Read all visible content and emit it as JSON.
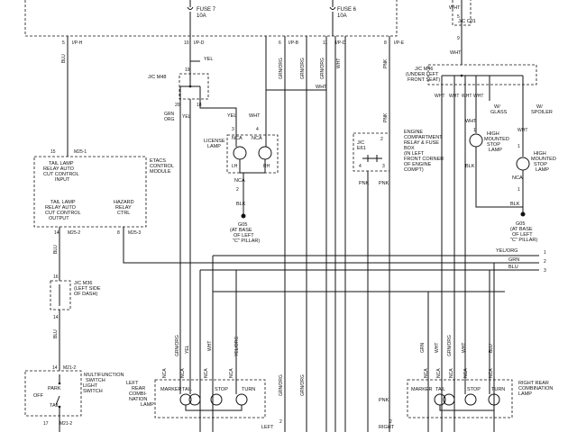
{
  "top": {
    "fuse7": {
      "name": "FUSE 7",
      "rating": "10A"
    },
    "fuse6": {
      "name": "FUSE 6",
      "rating": "10A"
    },
    "pins": [
      {
        "pin": "5",
        "conn": "I/P-H"
      },
      {
        "pin": "10",
        "conn": "I/P-D"
      },
      {
        "pin": "6",
        "conn": "I/P-B"
      },
      {
        "pin": "11",
        "conn": "I/P-D"
      },
      {
        "pin": "8",
        "conn": "I/P-E"
      }
    ]
  },
  "wires": {
    "blu": "BLU",
    "yel": "YEL",
    "wht": "WHT",
    "pnk": "PNK",
    "grn": "GRN",
    "org": "ORG",
    "blk": "BLK",
    "nca": "NCA",
    "grnorg": "GRN/ORG",
    "yelorg": "YEL/ORG"
  },
  "etacs": {
    "pin_top": "15",
    "conn_top": "M25-1",
    "name": [
      "ETACS",
      "CONTROL",
      "MODULE"
    ],
    "input": [
      "TAIL LAMP",
      "RELAY AUTO",
      "CUT CONTROL",
      "INPUT"
    ],
    "output": [
      "TAIL LAMP",
      "RELAY AUTO",
      "CUT CONTROL",
      "OUTPUT"
    ],
    "hazard": [
      "HAZARD",
      "RELAY",
      "CTRL"
    ],
    "pin_out": "14",
    "conn_out": "M25-2",
    "pin_haz": "8",
    "conn_haz": "M25-3"
  },
  "jc_m36": {
    "pin_in": "16",
    "pin_out": "14",
    "label": [
      "J/C M36",
      "(LEFT SIDE",
      "OF DASH)"
    ]
  },
  "switch": {
    "pin_top": "14",
    "conn_top": "M21-2",
    "name": [
      "MULTIFUNCTION",
      "SWITCH"
    ],
    "light": [
      "LIGHT",
      "SWITCH"
    ],
    "park": "PARK",
    "off": "OFF",
    "tail": "TAIL",
    "pin_bottom": "17",
    "conn_bottom": "M21-2"
  },
  "jc_m48": {
    "label": "J/C M48",
    "pin_in": "19",
    "pin_a": "20",
    "pin_b": "18"
  },
  "license": {
    "pin_a": "3",
    "pin_b": "4",
    "label": [
      "LICENSE",
      "LAMP"
    ],
    "lh": "LH",
    "rh": "RH",
    "pin_gnd": "2"
  },
  "ground_left": [
    "G05",
    "(AT BASE",
    "OF LEFT",
    "\"C\" PILLAR)"
  ],
  "ground_right": [
    "G05",
    "(AT BASE",
    "OF LEFT",
    "\"C\" PILLAR)"
  ],
  "engine_box": {
    "jc": [
      "J/C",
      "E61"
    ],
    "label": [
      "ENGINE",
      "COMPARTMENT",
      "RELAY & FUSE",
      "BOX",
      "(IN LEFT",
      "FRONT CORNER",
      "OF ENGINE",
      "COMPT)"
    ],
    "pin_top": "2",
    "pin_a": "4",
    "pin_b": "3"
  },
  "jc_c01": {
    "label": "J/C C01",
    "pin_in": "5",
    "pin_out": "9"
  },
  "jc_m46": {
    "label": [
      "J/C M46",
      "(UNDER LEFT",
      "FRONT SEAT)"
    ]
  },
  "right": {
    "glass": [
      "W/",
      "GLASS"
    ],
    "spoiler": [
      "W/",
      "SPOILER"
    ],
    "hms_pin": "1",
    "hms1": [
      "HIGH",
      "MOUNTED",
      "STOP",
      "LAMP"
    ],
    "hms2": [
      "HIGH",
      "MOUNTED",
      "STOP",
      "LAMP"
    ]
  },
  "bus": [
    {
      "color": "YEL/ORG",
      "num": "1"
    },
    {
      "color": "GRN",
      "num": "2"
    },
    {
      "color": "BLU",
      "num": "3"
    }
  ],
  "left_rear": {
    "label": [
      "LEFT",
      "REAR",
      "COMBI-",
      "NATION",
      "LAMP"
    ],
    "marker": "MARKER",
    "tail": "TAIL",
    "stop": "STOP",
    "turn": "TURN"
  },
  "right_rear": {
    "label": [
      "RIGHT REAR",
      "COMBINATION",
      "LAMP"
    ],
    "marker": "MARKER",
    "tail": "TAIL",
    "stop": "STOP",
    "turn": "TURN"
  },
  "bottom": {
    "left": "LEFT",
    "right": "RIGHT",
    "pin": "2"
  }
}
